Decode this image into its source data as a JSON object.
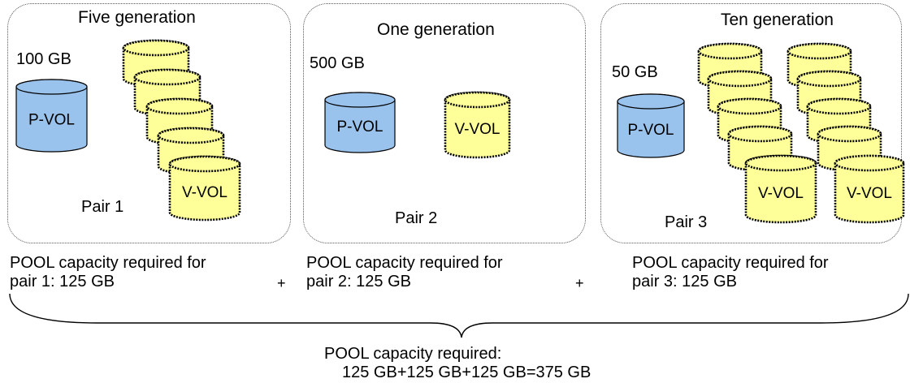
{
  "volume_labels": {
    "primary": "P-VOL",
    "virtual": "V-VOL"
  },
  "colors": {
    "pvol_fill": "#99C2EC",
    "vvol_fill": "#FFFF99",
    "outline": "#000000",
    "panel_border": "#555555"
  },
  "panels": [
    {
      "generation": "Five generation",
      "capacity": "100 GB",
      "pair": "Pair 1",
      "required_line1": "POOL capacity required for",
      "required_line2": "pair 1: 125 GB"
    },
    {
      "generation": "One generation",
      "capacity": "500 GB",
      "pair": "Pair 2",
      "required_line1": "POOL capacity required for",
      "required_line2": "pair 2: 125 GB"
    },
    {
      "generation": "Ten generation",
      "capacity": "50 GB",
      "pair": "Pair 3",
      "required_line1": "POOL capacity required for",
      "required_line2": "pair 3: 125 GB"
    }
  ],
  "operators": [
    "+",
    "+"
  ],
  "total": {
    "line1": "POOL capacity required:",
    "line2": "125 GB+125 GB+125 GB=375 GB"
  }
}
